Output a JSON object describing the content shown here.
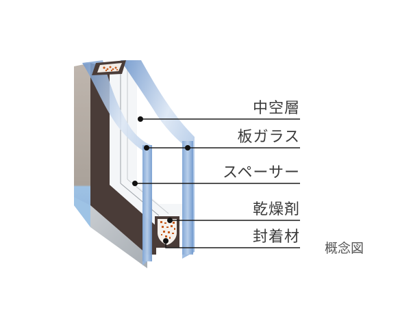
{
  "diagram": {
    "subject": "double-glazed glass cross-section",
    "caption": "概念図",
    "labels": [
      {
        "id": "hollow-layer",
        "text": "中空層"
      },
      {
        "id": "glass-pane",
        "text": "板ガラス"
      },
      {
        "id": "spacer",
        "text": "スペーサー"
      },
      {
        "id": "desiccant",
        "text": "乾燥剤"
      },
      {
        "id": "sealant",
        "text": "封着材"
      }
    ],
    "colors": {
      "glass": "#8fb3dc",
      "frame_dark": "#4a3c38",
      "frame_side": "#b6aca4",
      "desiccant": "#c5591c",
      "line": "#1a1a1a",
      "text": "#3a3a3a"
    }
  }
}
